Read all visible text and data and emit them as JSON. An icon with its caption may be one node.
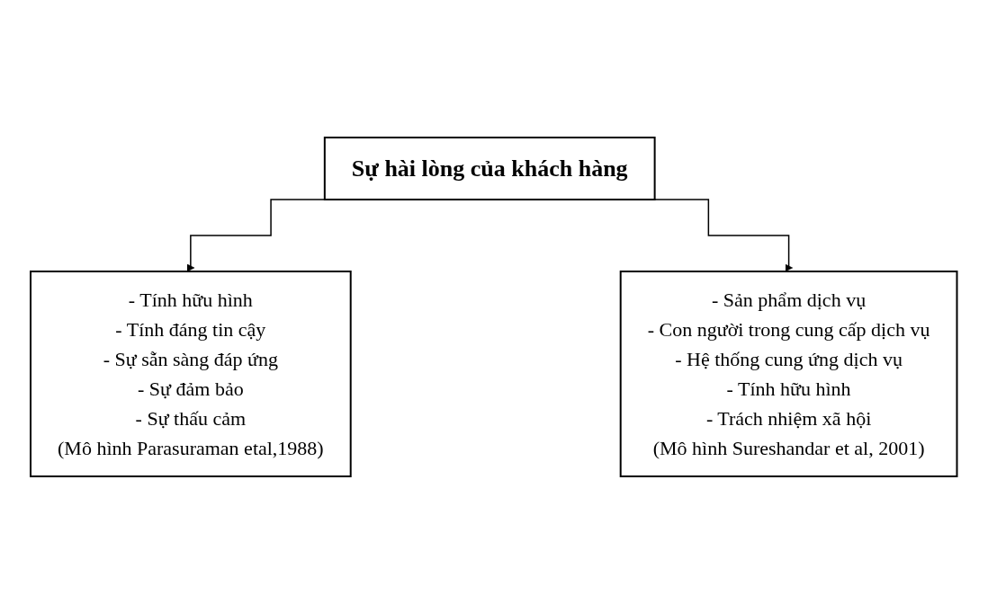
{
  "diagram": {
    "nodes": [
      {
        "text": [
          "Sự hài lòng của khách hàng"
        ]
      },
      {
        "text": [
          "- Tính hữu hình",
          "- Tính đáng tin cậy",
          "- Sự sẵn sàng đáp ứng",
          "- Sự đảm bảo",
          "- Sự thấu cảm",
          "(Mô hình Parasuraman etal,1988)"
        ]
      },
      {
        "text": [
          "- Sản phẩm dịch vụ",
          "- Con người trong cung cấp dịch vụ",
          "- Hệ thống cung ứng dịch vụ",
          "- Tính hữu hình",
          "- Trách nhiệm xã hội",
          "(Mô hình Sureshandar et al, 2001)"
        ]
      }
    ],
    "edges": [
      {
        "from": 0,
        "to": 1,
        "arrow": "to"
      },
      {
        "from": 0,
        "to": 2,
        "arrow": "to"
      }
    ]
  }
}
